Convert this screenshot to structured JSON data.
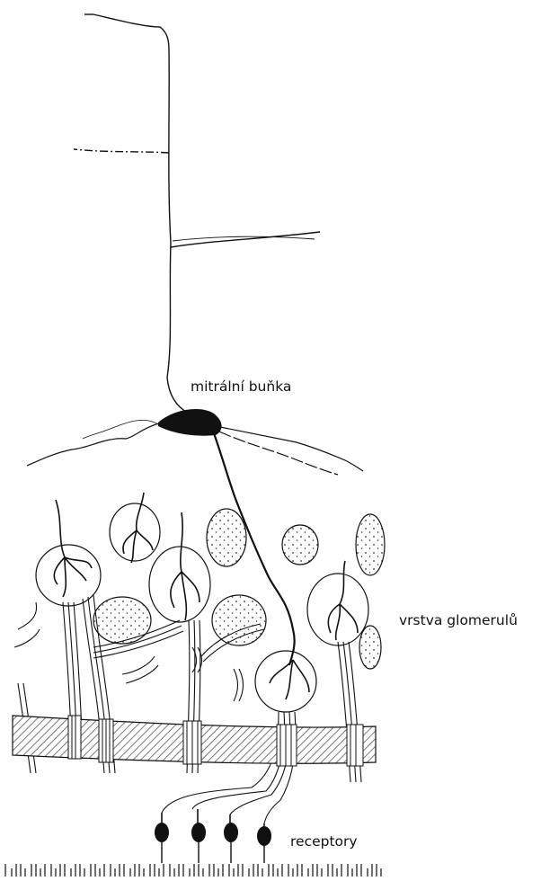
{
  "labels": {
    "mitral_cell": "mitrální buňka",
    "glomerular_layer": "vrstva glomerulů",
    "receptors": "receptory"
  },
  "style": {
    "ink": "#111111",
    "dot": "#333333",
    "hatch": "#555555"
  }
}
